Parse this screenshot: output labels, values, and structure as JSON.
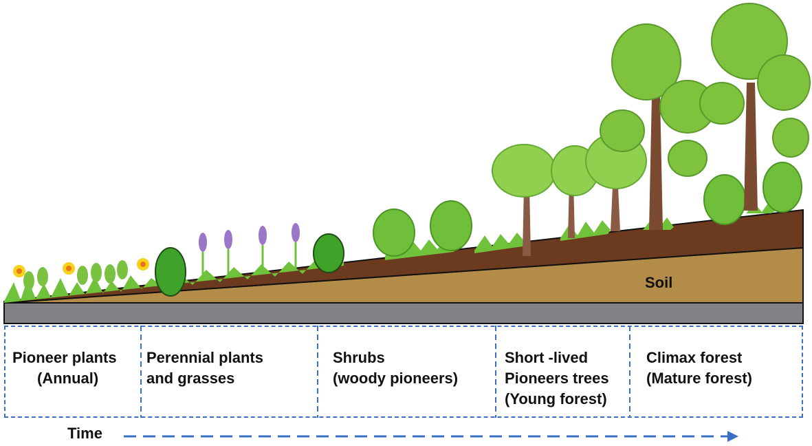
{
  "soil_label": "Soil",
  "time_label": "Time",
  "stages": [
    {
      "line1": "Pioneer plants",
      "line2": "(Annual)",
      "line3": ""
    },
    {
      "line1": "Perennial plants",
      "line2": "and grasses",
      "line3": ""
    },
    {
      "line1": "Shrubs",
      "line2": "(woody pioneers)",
      "line3": ""
    },
    {
      "line1": "Short -lived",
      "line2": "Pioneers trees",
      "line3": "(Young forest)"
    },
    {
      "line1": "Climax forest",
      "line2": "(Mature forest)",
      "line3": ""
    }
  ],
  "colors": {
    "topsoil": "#6b3a1f",
    "subsoil": "#b48c4a",
    "bedrock": "#808285",
    "foliage_light": "#8fd14f",
    "foliage_dark": "#5da634",
    "trunk": "#8a5a44",
    "dashes": "#3a6fc4"
  }
}
